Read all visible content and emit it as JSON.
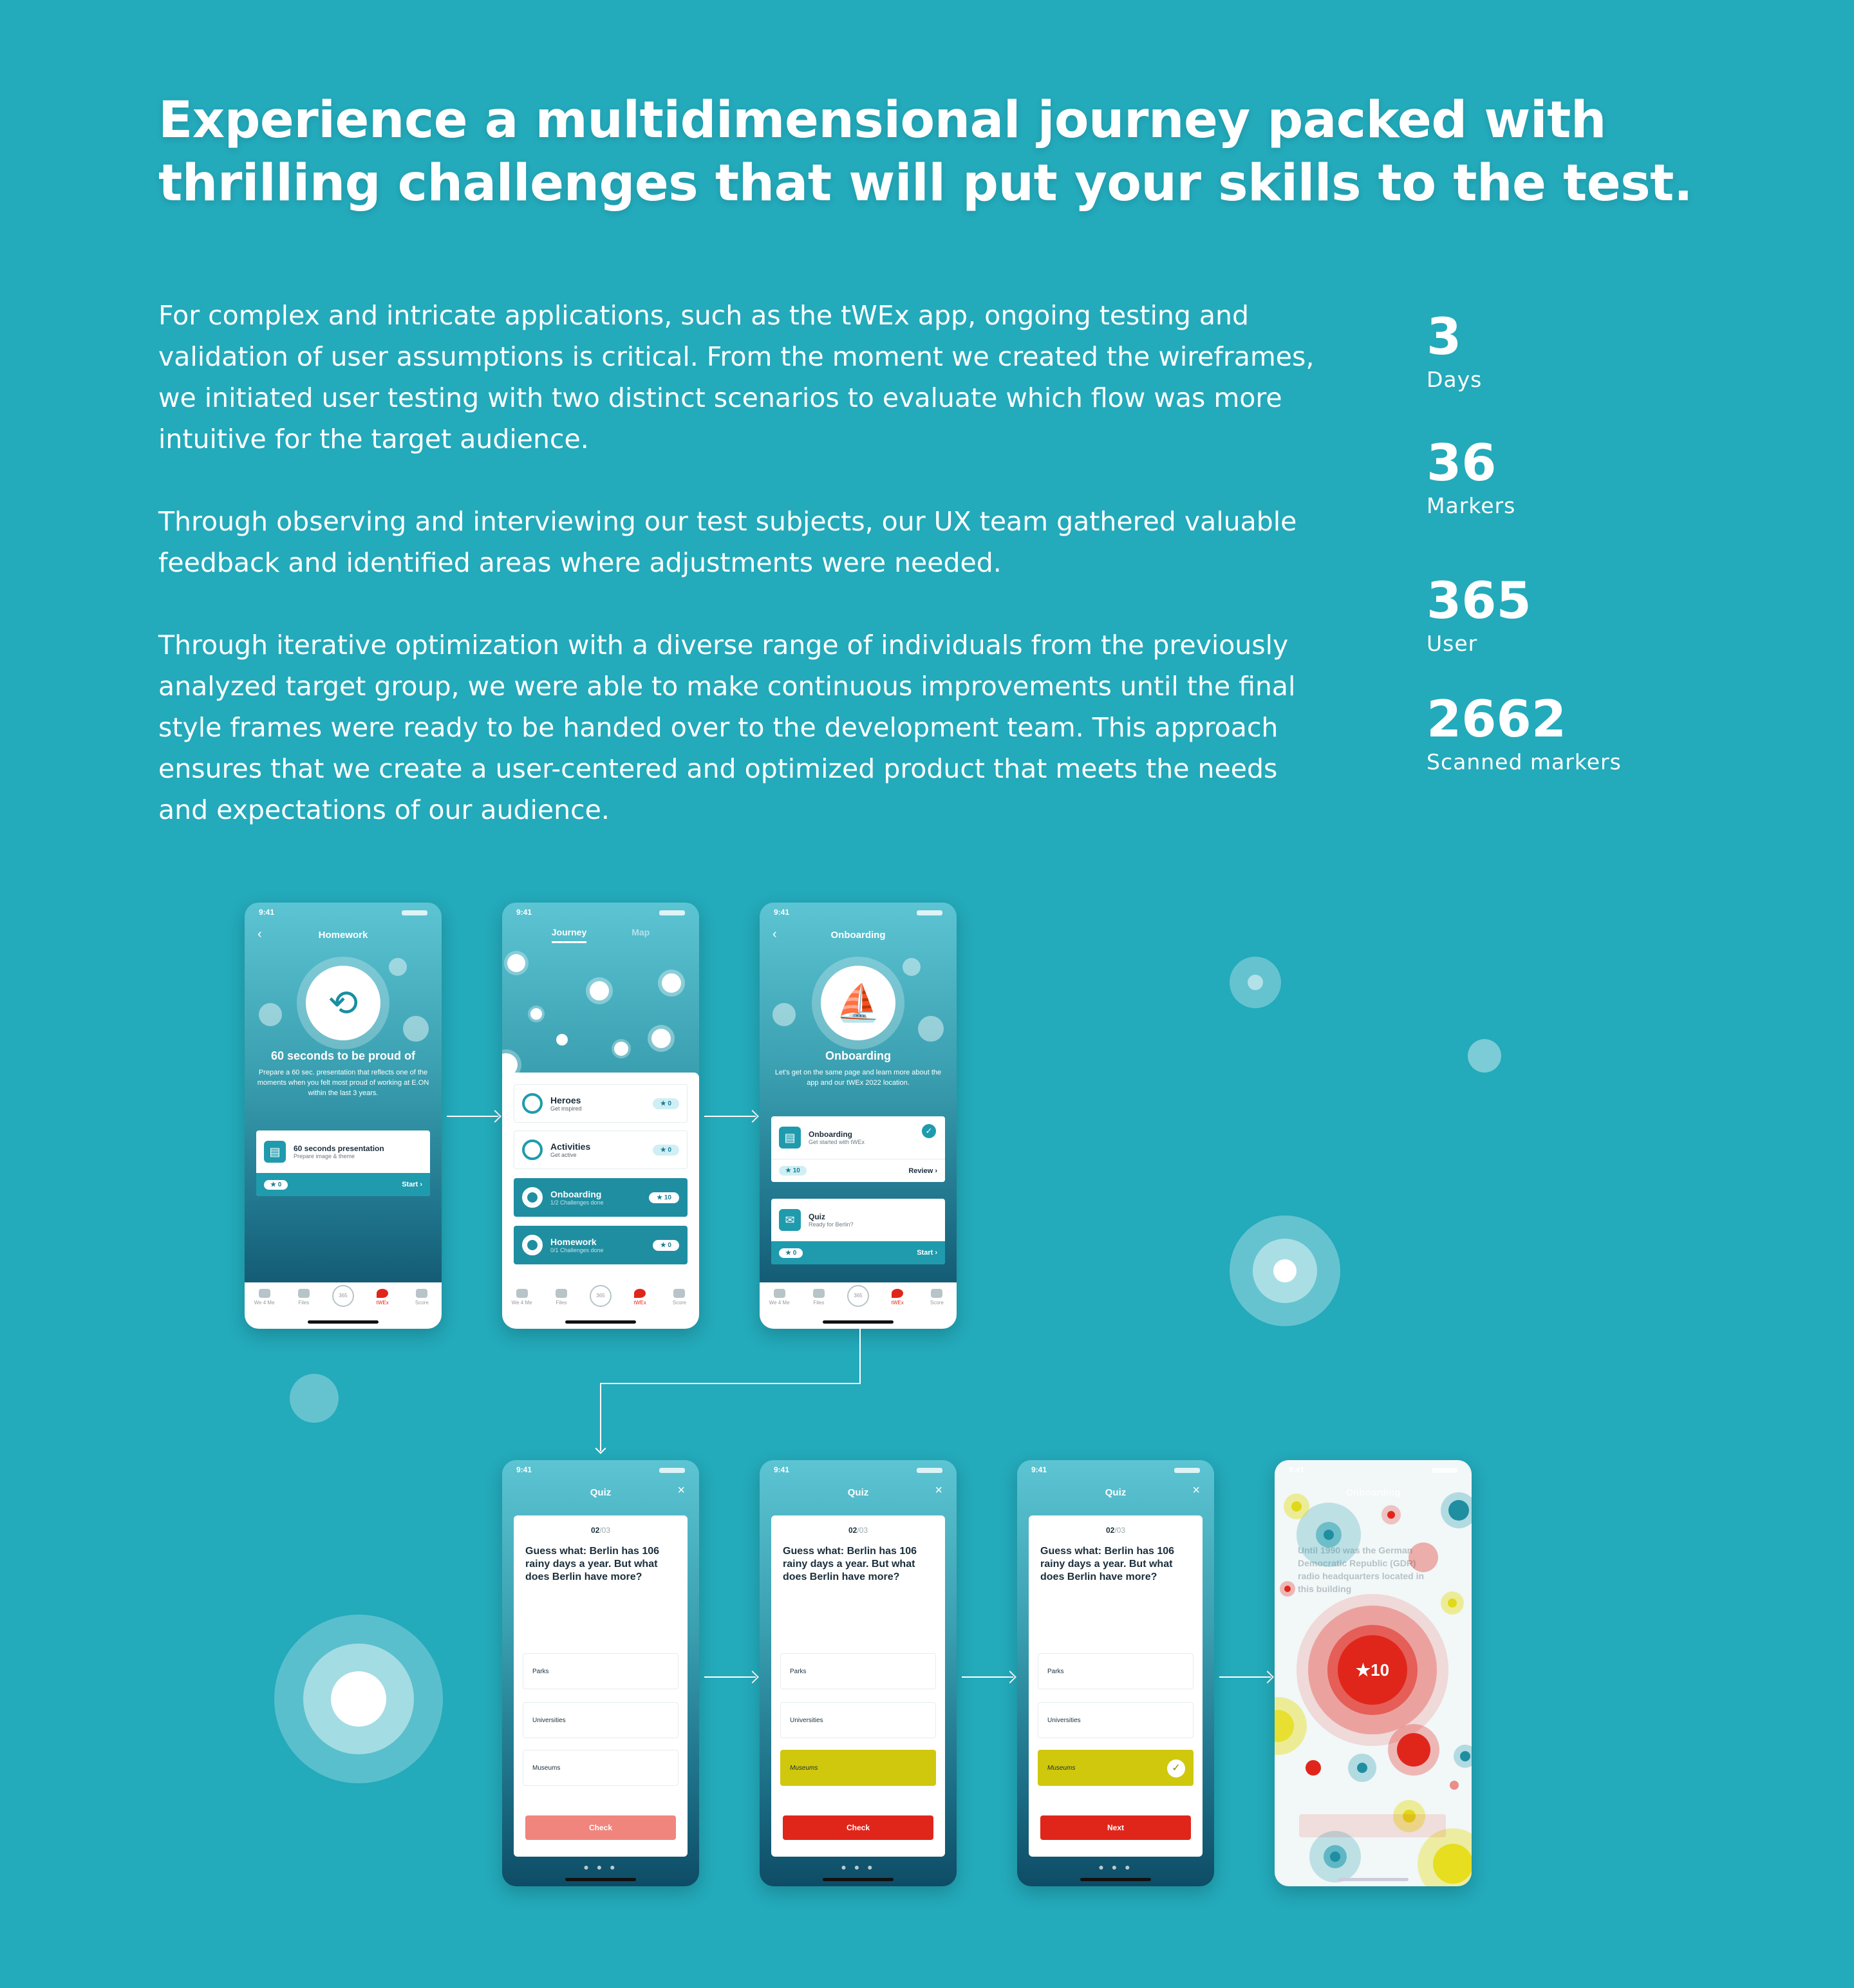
{
  "headline": "Experience a multidimensional journey packed with thrilling challenges that will put your skills to the test.",
  "paragraphs": [
    "For complex and intricate applications, such as the tWEx app, ongoing testing and validation of user assumptions is critical. From the moment we created the wireframes, we initiated user testing with two distinct scenarios to evaluate which flow was more intuitive for the target audience.",
    "Through observing and interviewing our test subjects, our UX team gathered valuable feedback and identified areas where adjustments were needed.",
    "Through iterative optimization with a diverse range of individuals from the previously analyzed target group, we were able to make continuous improvements until the final style frames were ready to be handed over to the development team. This approach ensures that we create a user-centered and optimized product that meets the needs and expectations of our audience."
  ],
  "stats": [
    {
      "value": "3",
      "label": "Days"
    },
    {
      "value": "36",
      "label": "Markers"
    },
    {
      "value": "365",
      "label": "User"
    },
    {
      "value": "2662",
      "label": "Scanned markers"
    }
  ],
  "status_time": "9:41",
  "tabbar": [
    "We 4 Me",
    "Files",
    "365",
    "tWEx",
    "Score"
  ],
  "homework": {
    "title": "Homework",
    "heading": "60 seconds to be proud of",
    "description": "Prepare a 60 sec. presentation that reflects one of the moments when you felt most proud of working at E.ON within the last 3 years.",
    "card_title": "60 seconds presentation",
    "card_sub": "Prepare image & theme",
    "points": "★ 0",
    "action": "Start"
  },
  "journey": {
    "tab_active": "Journey",
    "tab_inactive": "Map",
    "items": [
      {
        "title": "Heroes",
        "sub": "Get inspired",
        "points": "★ 0"
      },
      {
        "title": "Activities",
        "sub": "Get active",
        "points": "★ 0"
      },
      {
        "title": "Onboarding",
        "sub": "1/2 Challenges done",
        "points": "★ 10"
      },
      {
        "title": "Homework",
        "sub": "0/1 Challenges done",
        "points": "★ 0"
      }
    ]
  },
  "onboarding": {
    "title": "Onboarding",
    "heading": "Onboarding",
    "description": "Let's get on the same page and learn more about the app and our tWEx 2022 location.",
    "card1_title": "Onboarding",
    "card1_sub": "Get started with tWEx",
    "card1_points": "★ 10",
    "card1_action": "Review",
    "card2_title": "Quiz",
    "card2_sub": "Ready for Berlin?",
    "card2_points": "★ 0",
    "card2_action": "Start"
  },
  "quiz": {
    "title": "Quiz",
    "count_current": "02",
    "count_total": "/03",
    "question": "Guess what: Berlin has 106 rainy days a year. But what does Berlin have more?",
    "options": [
      "Parks",
      "Universities",
      "Museums"
    ],
    "btn_check": "Check",
    "btn_next": "Next",
    "pager": "● ● ●"
  },
  "reward": {
    "title": "Onboarding",
    "points": "★10",
    "bg_text": "Until 1990 was the German Democratic Republic (GDR) radio headquarters located in this building"
  },
  "colors": {
    "background": "#23aabb",
    "accent_red": "#e0261b",
    "accent_yellow": "#cfc80d",
    "teal": "#1f9bad"
  }
}
